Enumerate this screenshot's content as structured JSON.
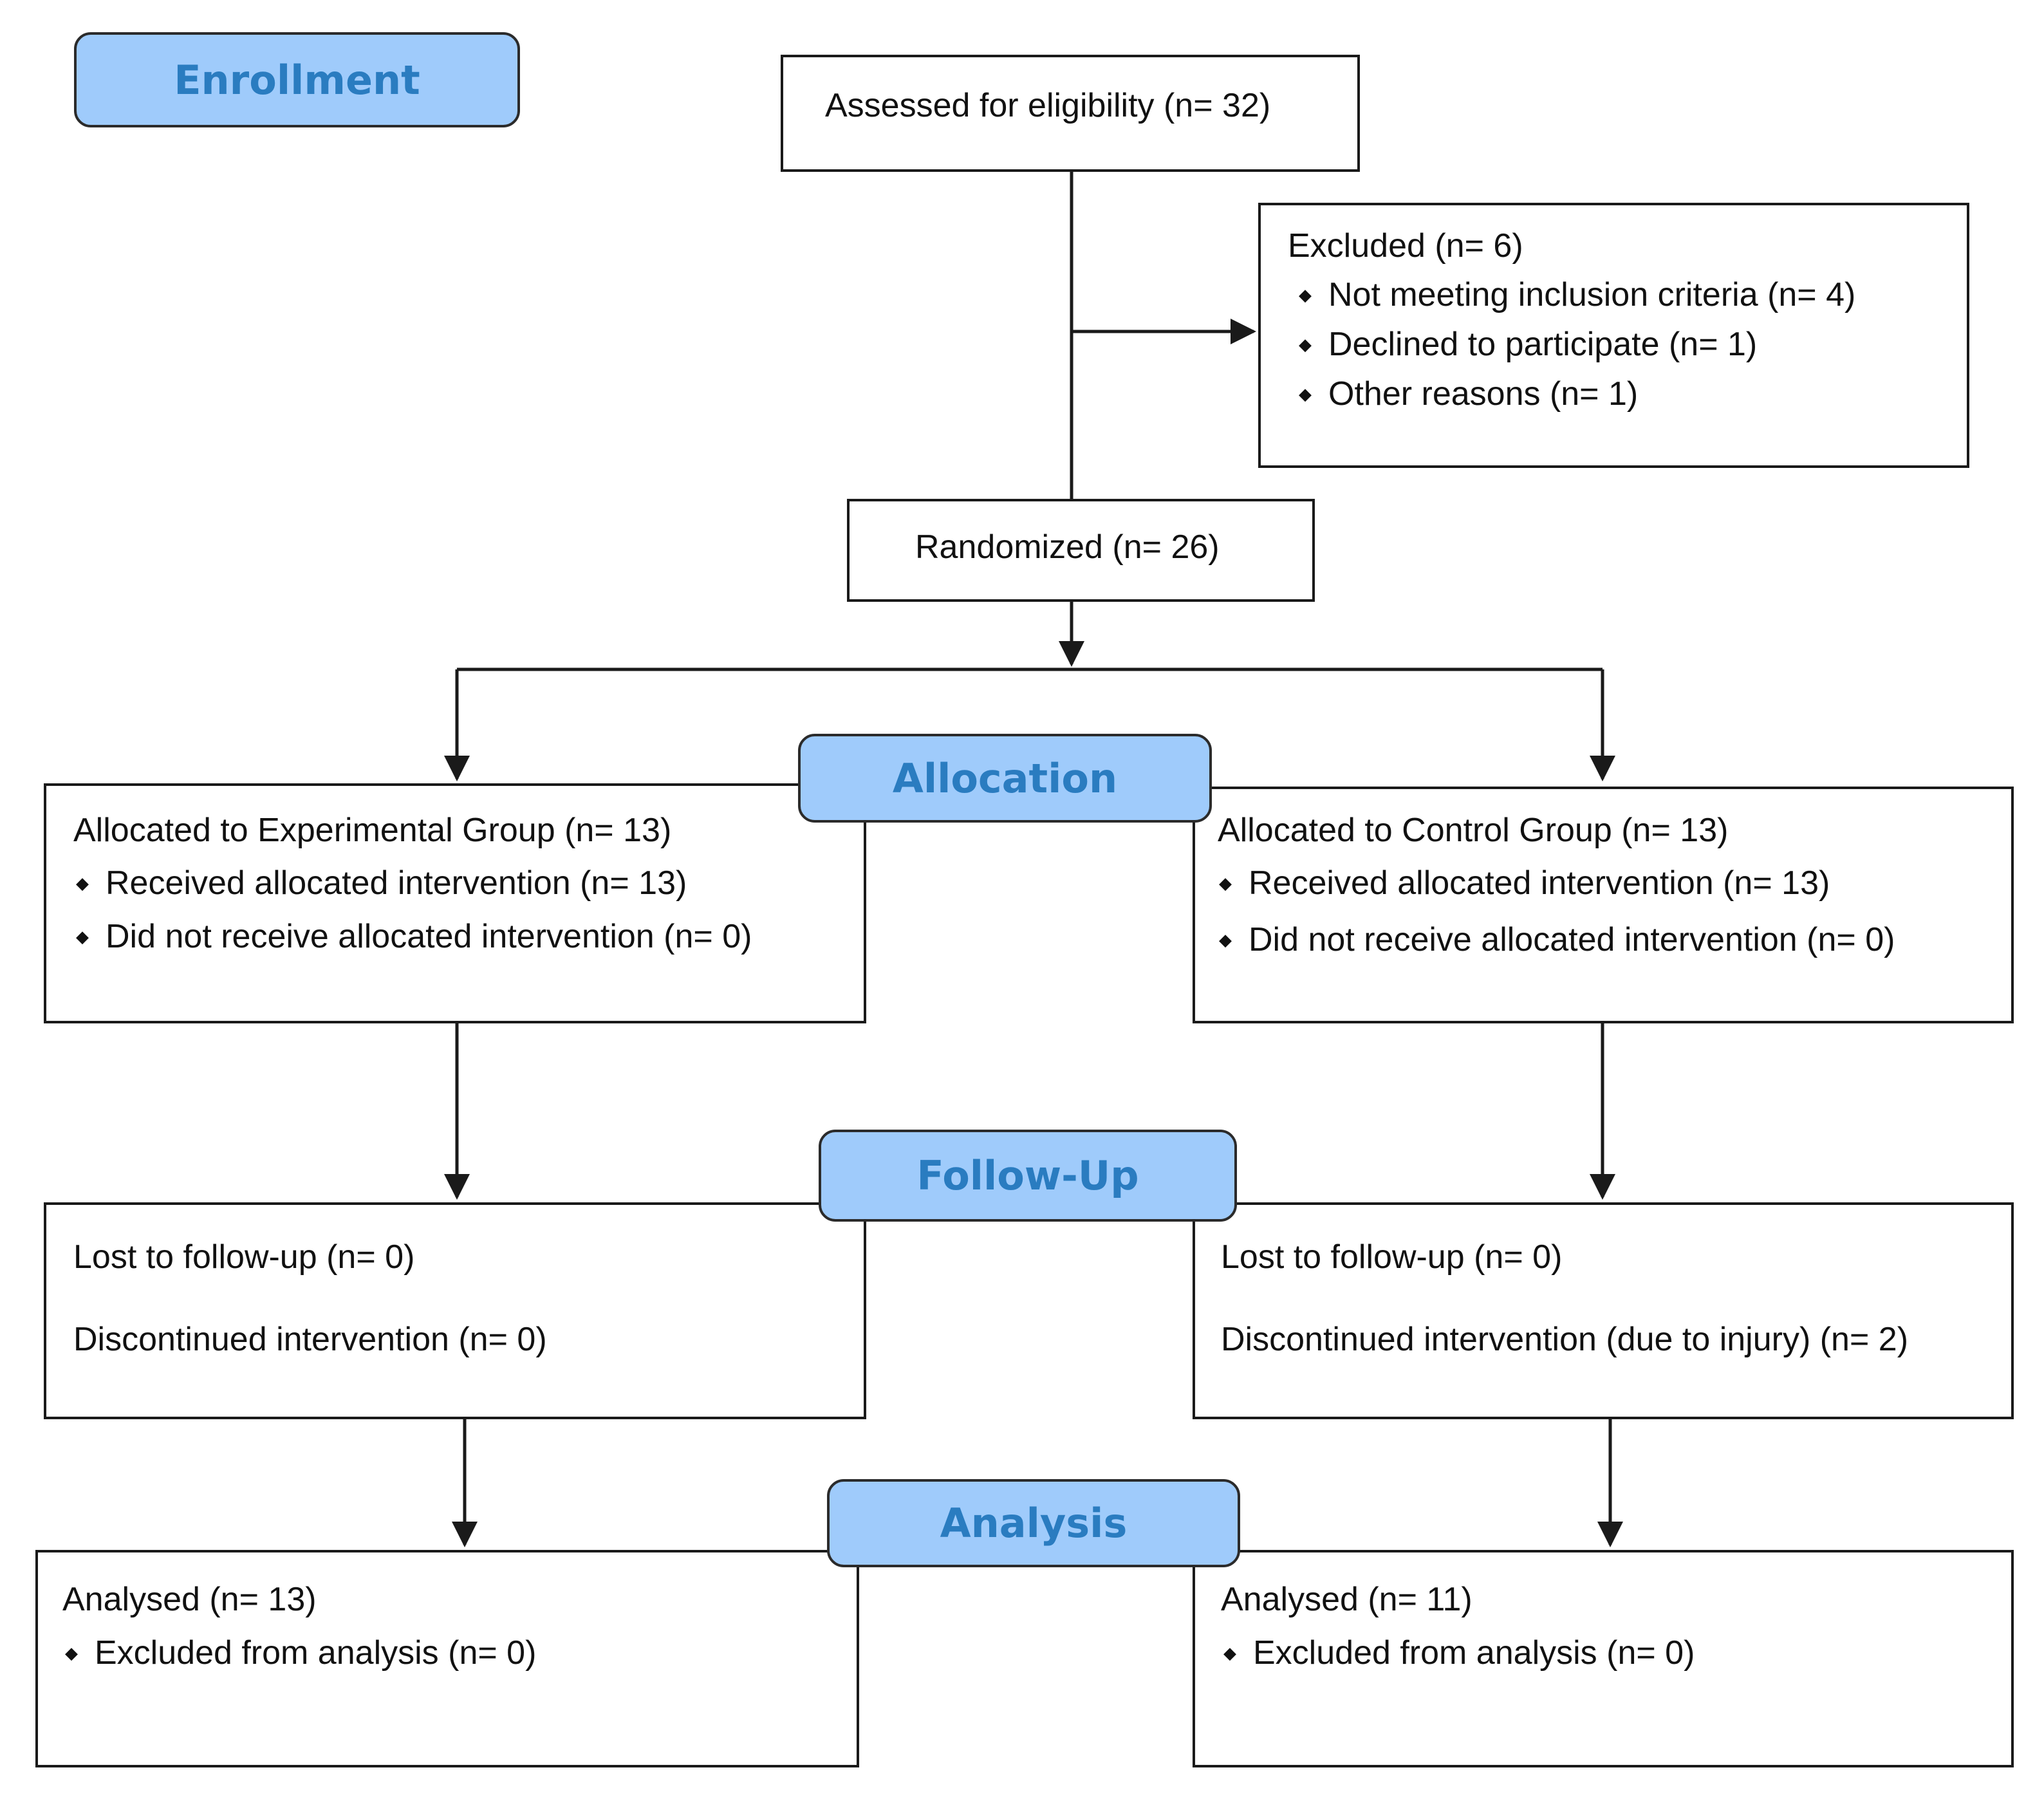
{
  "phases": {
    "enrollment": "Enrollment",
    "allocation": "Allocation",
    "follow_up": "Follow-Up",
    "analysis": "Analysis"
  },
  "assessed": "Assessed for eligibility (n= 32)",
  "excluded": {
    "title": "Excluded (n= 6)",
    "items": [
      "Not meeting inclusion criteria (n= 4)",
      "Declined to participate (n= 1)",
      "Other reasons (n= 1)"
    ]
  },
  "randomized": "Randomized (n= 26)",
  "experimental": {
    "allocation": {
      "title": "Allocated to Experimental Group (n= 13)",
      "items": [
        "Received allocated intervention (n= 13)",
        "Did not receive allocated intervention (n= 0)"
      ]
    },
    "follow_up": {
      "lost": "Lost to follow-up (n= 0)",
      "discontinued": "Discontinued intervention (n= 0)"
    },
    "analysis": {
      "title": "Analysed (n= 13)",
      "items": [
        "Excluded from analysis (n= 0)"
      ]
    }
  },
  "control": {
    "allocation": {
      "title": "Allocated to Control Group (n= 13)",
      "items": [
        "Received allocated intervention (n= 13)",
        "Did not receive allocated intervention (n= 0)"
      ]
    },
    "follow_up": {
      "lost": "Lost to follow-up (n= 0)",
      "discontinued": "Discontinued intervention (due to injury) (n= 2)"
    },
    "analysis": {
      "title": "Analysed (n= 11)",
      "items": [
        "Excluded from analysis (n= 0)"
      ]
    }
  },
  "colors": {
    "phase_fill": "#9fcbfb",
    "phase_text": "#2a7cc0",
    "line": "#1a1a1a"
  }
}
